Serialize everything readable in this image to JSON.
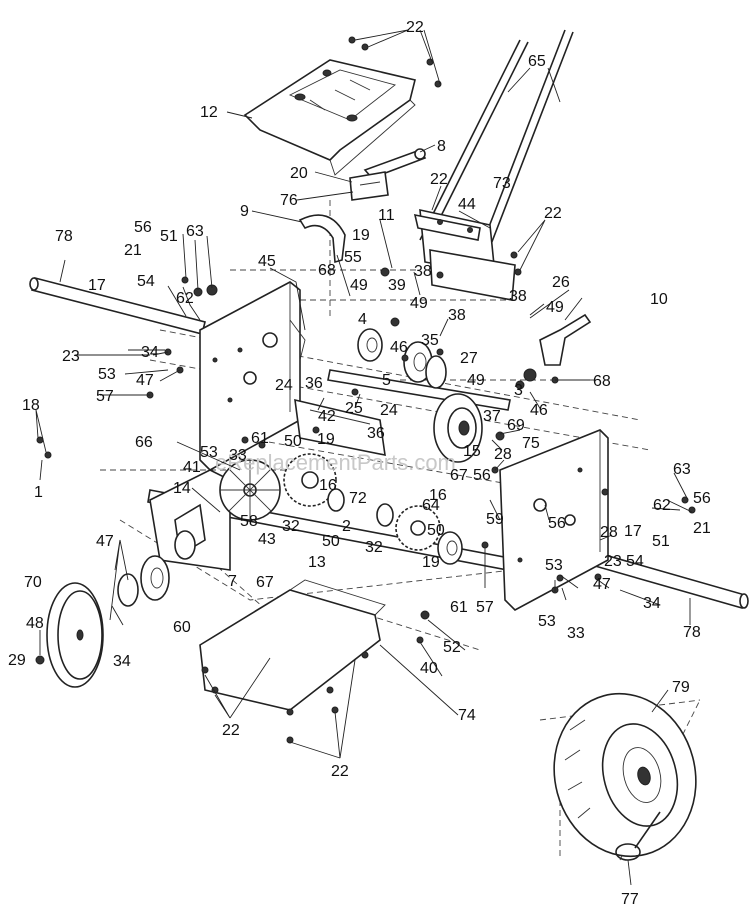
{
  "watermark": "eReplacementParts.com",
  "labels": [
    {
      "id": "l22a",
      "text": "22"
    },
    {
      "id": "l65",
      "text": "65"
    },
    {
      "id": "l12",
      "text": "12"
    },
    {
      "id": "l8",
      "text": "8"
    },
    {
      "id": "l20",
      "text": "20"
    },
    {
      "id": "l22b",
      "text": "22"
    },
    {
      "id": "l73",
      "text": "73"
    },
    {
      "id": "l76",
      "text": "76"
    },
    {
      "id": "l44",
      "text": "44"
    },
    {
      "id": "l9",
      "text": "9"
    },
    {
      "id": "l11",
      "text": "11"
    },
    {
      "id": "l22c",
      "text": "22"
    },
    {
      "id": "l19a",
      "text": "19"
    },
    {
      "id": "l56a",
      "text": "56"
    },
    {
      "id": "l51a",
      "text": "51"
    },
    {
      "id": "l63a",
      "text": "63"
    },
    {
      "id": "l78a",
      "text": "78"
    },
    {
      "id": "l21a",
      "text": "21"
    },
    {
      "id": "l45",
      "text": "45"
    },
    {
      "id": "l68a",
      "text": "68"
    },
    {
      "id": "l55",
      "text": "55"
    },
    {
      "id": "l38a",
      "text": "38"
    },
    {
      "id": "l54a",
      "text": "54"
    },
    {
      "id": "l39",
      "text": "39"
    },
    {
      "id": "l17a",
      "text": "17"
    },
    {
      "id": "l49a",
      "text": "49"
    },
    {
      "id": "l26",
      "text": "26"
    },
    {
      "id": "l62a",
      "text": "62"
    },
    {
      "id": "l49b",
      "text": "49"
    },
    {
      "id": "l38b",
      "text": "38"
    },
    {
      "id": "l10",
      "text": "10"
    },
    {
      "id": "l49c",
      "text": "49"
    },
    {
      "id": "l4",
      "text": "4"
    },
    {
      "id": "l38c",
      "text": "38"
    },
    {
      "id": "l35",
      "text": "35"
    },
    {
      "id": "l23a",
      "text": "23"
    },
    {
      "id": "l34a",
      "text": "34"
    },
    {
      "id": "l46a",
      "text": "46"
    },
    {
      "id": "l27",
      "text": "27"
    },
    {
      "id": "l53a",
      "text": "53"
    },
    {
      "id": "l47a",
      "text": "47"
    },
    {
      "id": "l5",
      "text": "5"
    },
    {
      "id": "l49d",
      "text": "49"
    },
    {
      "id": "l3",
      "text": "3"
    },
    {
      "id": "l68b",
      "text": "68"
    },
    {
      "id": "l36a",
      "text": "36"
    },
    {
      "id": "l24a",
      "text": "24"
    },
    {
      "id": "l57a",
      "text": "57"
    },
    {
      "id": "l46b",
      "text": "46"
    },
    {
      "id": "l18",
      "text": "18"
    },
    {
      "id": "l42",
      "text": "42"
    },
    {
      "id": "l25",
      "text": "25"
    },
    {
      "id": "l24b",
      "text": "24"
    },
    {
      "id": "l37",
      "text": "37"
    },
    {
      "id": "l69",
      "text": "69"
    },
    {
      "id": "l61a",
      "text": "61"
    },
    {
      "id": "l50a",
      "text": "50"
    },
    {
      "id": "l19b",
      "text": "19"
    },
    {
      "id": "l36b",
      "text": "36"
    },
    {
      "id": "l28a",
      "text": "28"
    },
    {
      "id": "l66",
      "text": "66"
    },
    {
      "id": "l53b",
      "text": "53"
    },
    {
      "id": "l75",
      "text": "75"
    },
    {
      "id": "l33a",
      "text": "33"
    },
    {
      "id": "l15",
      "text": "15"
    },
    {
      "id": "l67a",
      "text": "67"
    },
    {
      "id": "l41",
      "text": "41"
    },
    {
      "id": "l56b",
      "text": "56"
    },
    {
      "id": "l63b",
      "text": "63"
    },
    {
      "id": "l1",
      "text": "1"
    },
    {
      "id": "l14",
      "text": "14"
    },
    {
      "id": "l16a",
      "text": "16"
    },
    {
      "id": "l72",
      "text": "72"
    },
    {
      "id": "l64",
      "text": "64"
    },
    {
      "id": "l16b",
      "text": "16"
    },
    {
      "id": "l62b",
      "text": "62"
    },
    {
      "id": "l56c",
      "text": "56"
    },
    {
      "id": "l58",
      "text": "58"
    },
    {
      "id": "l59",
      "text": "59"
    },
    {
      "id": "l21b",
      "text": "21"
    },
    {
      "id": "l32a",
      "text": "32"
    },
    {
      "id": "l2",
      "text": "2"
    },
    {
      "id": "l56d",
      "text": "56"
    },
    {
      "id": "l28b",
      "text": "28"
    },
    {
      "id": "l17b",
      "text": "17"
    },
    {
      "id": "l50b",
      "text": "50"
    },
    {
      "id": "l51b",
      "text": "51"
    },
    {
      "id": "l47b",
      "text": "47"
    },
    {
      "id": "l43",
      "text": "43"
    },
    {
      "id": "l50c",
      "text": "50"
    },
    {
      "id": "l32b",
      "text": "32"
    },
    {
      "id": "l23b",
      "text": "23"
    },
    {
      "id": "l54b",
      "text": "54"
    },
    {
      "id": "l13",
      "text": "13"
    },
    {
      "id": "l19c",
      "text": "19"
    },
    {
      "id": "l53c",
      "text": "53"
    },
    {
      "id": "l7",
      "text": "7"
    },
    {
      "id": "l67b",
      "text": "67"
    },
    {
      "id": "l47c",
      "text": "47"
    },
    {
      "id": "l34b",
      "text": "34"
    },
    {
      "id": "l70",
      "text": "70"
    },
    {
      "id": "l61b",
      "text": "61"
    },
    {
      "id": "l57b",
      "text": "57"
    },
    {
      "id": "l53d",
      "text": "53"
    },
    {
      "id": "l33b",
      "text": "33"
    },
    {
      "id": "l60",
      "text": "60"
    },
    {
      "id": "l78b",
      "text": "78"
    },
    {
      "id": "l48",
      "text": "48"
    },
    {
      "id": "l52",
      "text": "52"
    },
    {
      "id": "l34c",
      "text": "34"
    },
    {
      "id": "l29",
      "text": "29"
    },
    {
      "id": "l40",
      "text": "40"
    },
    {
      "id": "l79",
      "text": "79"
    },
    {
      "id": "l74",
      "text": "74"
    },
    {
      "id": "l22d",
      "text": "22"
    },
    {
      "id": "l22e",
      "text": "22"
    },
    {
      "id": "l77",
      "text": "77"
    }
  ]
}
